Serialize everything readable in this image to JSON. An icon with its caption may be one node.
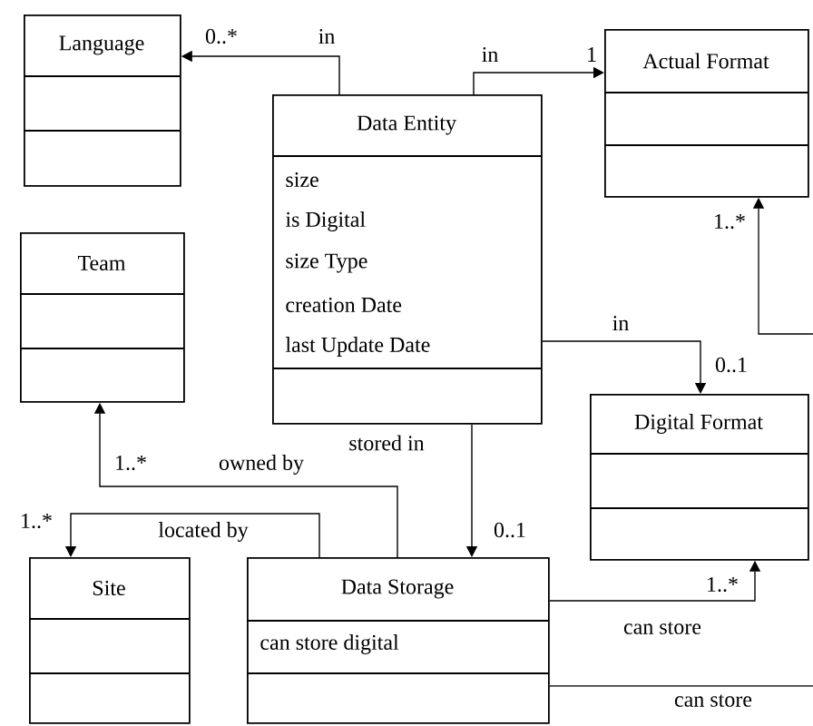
{
  "diagram": {
    "nodes": [
      {
        "text": [
          "Language"
        ]
      },
      {
        "text": [
          "Actual Format"
        ]
      },
      {
        "text": [
          "Data Entity",
          "size",
          "is Digital",
          "size Type",
          "creation Date",
          "last Update Date"
        ]
      },
      {
        "text": [
          "Team"
        ]
      },
      {
        "text": [
          "Digital Format"
        ]
      },
      {
        "text": [
          "Site"
        ]
      },
      {
        "text": [
          "Data Storage",
          "can store digital"
        ]
      }
    ],
    "edges": [
      {
        "from": 2,
        "to": 0,
        "arrow": "to",
        "label": "in"
      },
      {
        "from": 2,
        "to": 1,
        "arrow": "to",
        "label": "in"
      },
      {
        "from": 2,
        "to": 4,
        "arrow": "to",
        "label": "in"
      },
      {
        "from": 2,
        "to": 6,
        "arrow": "to",
        "label": "stored in"
      },
      {
        "from": 6,
        "to": 3,
        "arrow": "to",
        "label": "owned by"
      },
      {
        "from": 6,
        "to": 5,
        "arrow": "to",
        "label": "located by"
      },
      {
        "from": 6,
        "to": 4,
        "arrow": "to",
        "label": "can store"
      },
      {
        "from": 6,
        "to": null,
        "arrow": "none",
        "label": "can store"
      },
      {
        "from": null,
        "to": 1,
        "arrow": "to"
      }
    ],
    "labels": [
      "0..*",
      "1",
      "1..*",
      "0..1",
      "1..*",
      "1..*",
      "0..1",
      "1..*"
    ]
  }
}
